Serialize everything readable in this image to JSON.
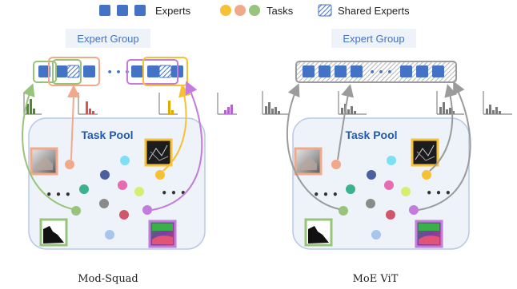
{
  "legend": {
    "experts_label": "Experts",
    "tasks_label": "Tasks",
    "shared_experts_label": "Shared Experts"
  },
  "left": {
    "expert_group_label": "Expert Group",
    "task_pool_label": "Task Pool",
    "dots": "• • •",
    "caption": "Mod-Squad"
  },
  "right": {
    "expert_group_label": "Expert Group",
    "task_pool_label": "Task Pool",
    "dots": "• • •",
    "caption": "MoE ViT"
  },
  "colors": {
    "expert_blue": "#4472C4",
    "task_yellow": "#F7C136",
    "task_salmon": "#F2A98A",
    "task_green": "#97C47A",
    "task_purple": "#C37BDD",
    "gray": "#9b9b9b",
    "pool_border": "#B8C9E5",
    "group_label": "#4472C4",
    "pool_label": "#1F5AAE"
  }
}
